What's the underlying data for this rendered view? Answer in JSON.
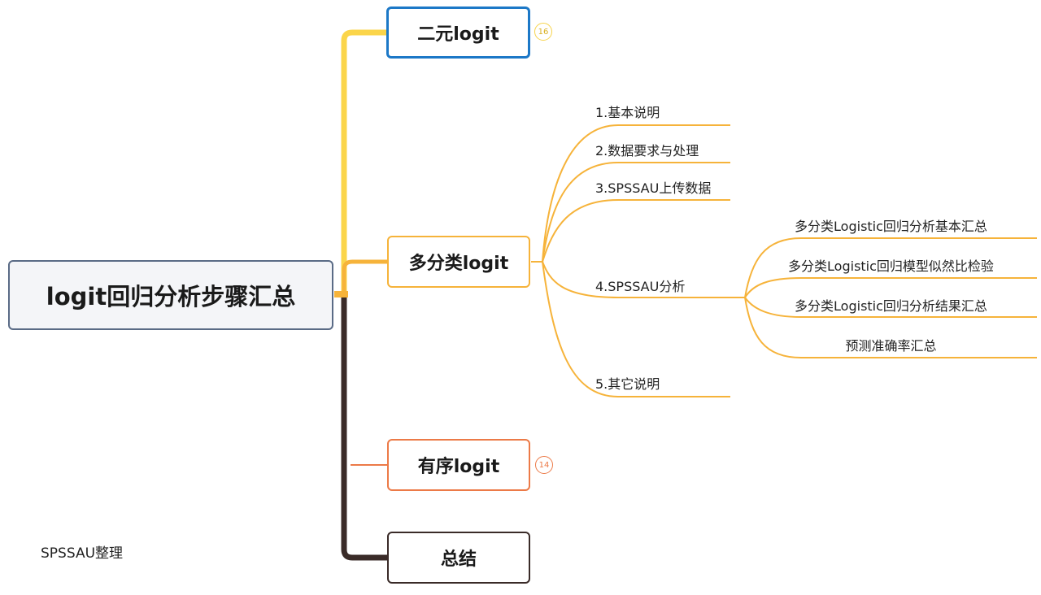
{
  "mindmap": {
    "root": {
      "label": "logit回归分析步骤汇总"
    },
    "branches": {
      "binary": {
        "label": "二元logit",
        "badge": "16"
      },
      "multinomial": {
        "label": "多分类logit",
        "children": [
          {
            "label": "1.基本说明"
          },
          {
            "label": "2.数据要求与处理"
          },
          {
            "label": "3.SPSSAU上传数据"
          },
          {
            "label": "4.SPSSAU分析",
            "children": [
              {
                "label": "多分类Logistic回归分析基本汇总"
              },
              {
                "label": "多分类Logistic回归模型似然比检验"
              },
              {
                "label": "多分类Logistic回归分析结果汇总"
              },
              {
                "label": "预测准确率汇总"
              }
            ]
          },
          {
            "label": "5.其它说明"
          }
        ]
      },
      "ordered": {
        "label": "有序logit",
        "badge": "14"
      },
      "summary": {
        "label": "总结"
      }
    }
  },
  "footer": {
    "label": "SPSSAU整理"
  },
  "colors": {
    "binary": "#fbd54a",
    "multinomial": "#f6b33a",
    "ordered": "#ec7a47",
    "summary": "#3a2b28",
    "root_border": "#5a6b86",
    "binary_border": "#1c78c7"
  }
}
